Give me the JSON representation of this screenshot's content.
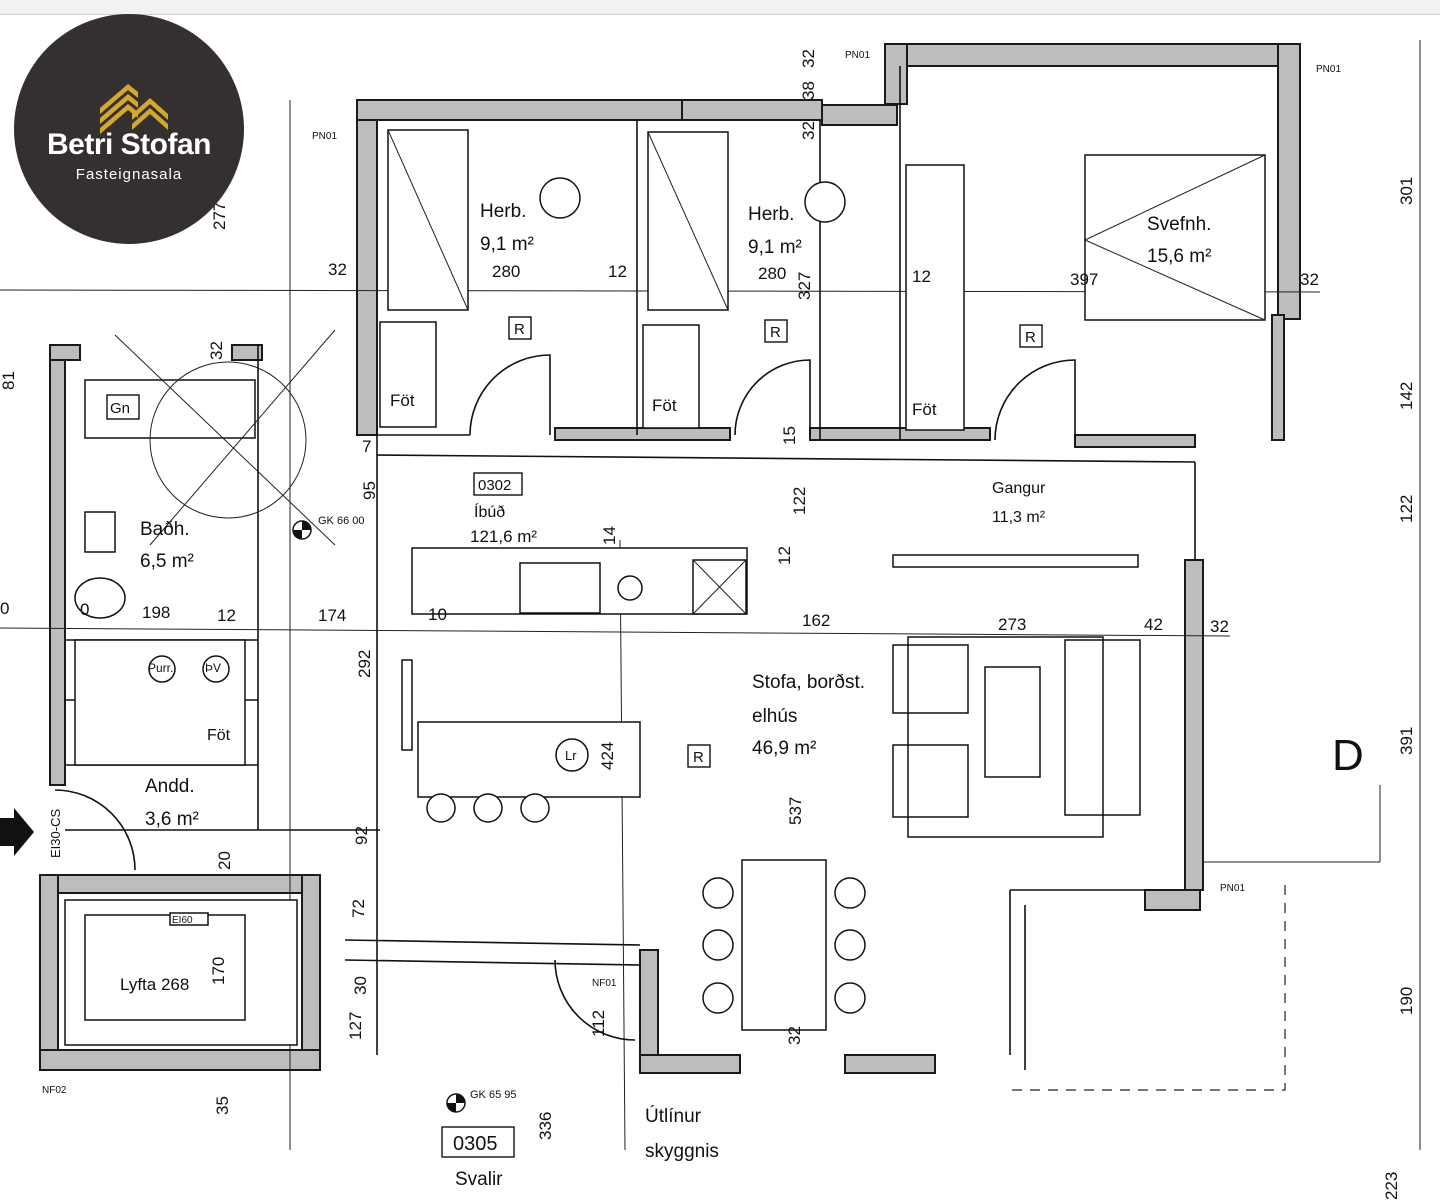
{
  "logo": {
    "name": "Betri Stofan",
    "subtitle": "Fasteignasala",
    "accent_color": "#d4a82a",
    "background_color": "#353030"
  },
  "rooms": {
    "herb1": {
      "name": "Herb.",
      "area": "9,1 m²"
    },
    "herb2": {
      "name": "Herb.",
      "area": "9,1 m²"
    },
    "svefnh": {
      "name": "Svefnh.",
      "area": "15,6 m²"
    },
    "badh": {
      "name": "Baðh.",
      "area": "6,5 m²"
    },
    "ibud": {
      "code": "0302",
      "name": "Íbúð",
      "area": "121,6 m²"
    },
    "gangur": {
      "name": "Gangur",
      "area": "11,3 m²"
    },
    "stofa": {
      "line1": "Stofa, borðst.",
      "line2": "elhús",
      "area": "46,9 m²"
    },
    "andd": {
      "name": "Andd.",
      "area": "3,6 m²"
    },
    "lyfta": {
      "name": "Lyfta 268"
    },
    "svalir": {
      "code": "0305",
      "name": "Svalir"
    },
    "utlinur": {
      "line1": "Útlínur",
      "line2": "skyggnis"
    }
  },
  "labels": {
    "fot": "Föt",
    "r": "R",
    "gn": "Gn",
    "purr": "Purr.",
    "pv": "ÞV",
    "lr": "Lr",
    "section": "D",
    "gk1": "GK 66 00",
    "gk2": "GK 65 95",
    "ei30cs": "EI30-CS",
    "ei60": "EI60",
    "pn01": "PN01",
    "nf01": "NF01",
    "nf02": "NF02"
  },
  "dimensions": {
    "d277": "277",
    "d32": "32",
    "d280": "280",
    "d12": "12",
    "d327": "327",
    "d397": "397",
    "d301": "301",
    "d142": "142",
    "d122": "122",
    "d391": "391",
    "d190": "190",
    "d223": "223",
    "d95": "95",
    "d15": "15",
    "d14": "14",
    "d198": "198",
    "d174": "174",
    "d10": "10",
    "d162": "162",
    "d273": "273",
    "d42": "42",
    "d292": "292",
    "d424": "424",
    "d537": "537",
    "d92": "92",
    "d20": "20",
    "d72": "72",
    "d30": "30",
    "d127": "127",
    "d112": "112",
    "d170": "170",
    "d35": "35",
    "d336": "336",
    "d81": "81",
    "d0": "0",
    "d7": "7",
    "d38": "38"
  }
}
